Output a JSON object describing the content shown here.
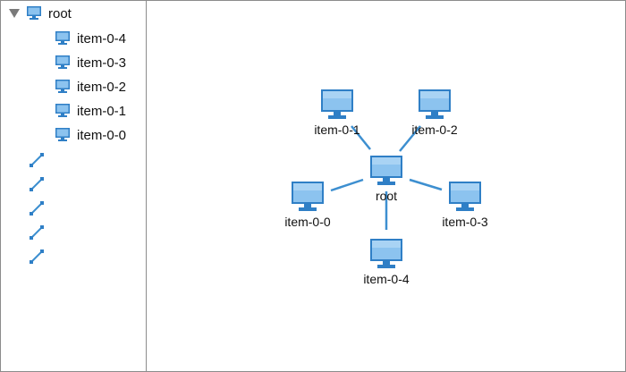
{
  "colors": {
    "edge": "#3d8fd0",
    "monitor_frame": "#2f7fc6",
    "monitor_screen": "#8cc3ef",
    "toggle": "#7a7a7a",
    "border": "#8c8c8c"
  },
  "tree": {
    "root": {
      "label": "root",
      "expanded": true,
      "icon": "monitor-icon",
      "toggle_icon": "triangle-down-icon"
    },
    "children": [
      {
        "label": "item-0-4",
        "icon": "monitor-icon"
      },
      {
        "label": "item-0-3",
        "icon": "monitor-icon"
      },
      {
        "label": "item-0-2",
        "icon": "monitor-icon"
      },
      {
        "label": "item-0-1",
        "icon": "monitor-icon"
      },
      {
        "label": "item-0-0",
        "icon": "monitor-icon"
      }
    ],
    "edges": [
      {
        "icon": "edge-icon"
      },
      {
        "icon": "edge-icon"
      },
      {
        "icon": "edge-icon"
      },
      {
        "icon": "edge-icon"
      },
      {
        "icon": "edge-icon"
      }
    ]
  },
  "graph": {
    "nodes": {
      "root": "root",
      "item_0_0": "item-0-0",
      "item_0_1": "item-0-1",
      "item_0_2": "item-0-2",
      "item_0_3": "item-0-3",
      "item_0_4": "item-0-4"
    }
  }
}
